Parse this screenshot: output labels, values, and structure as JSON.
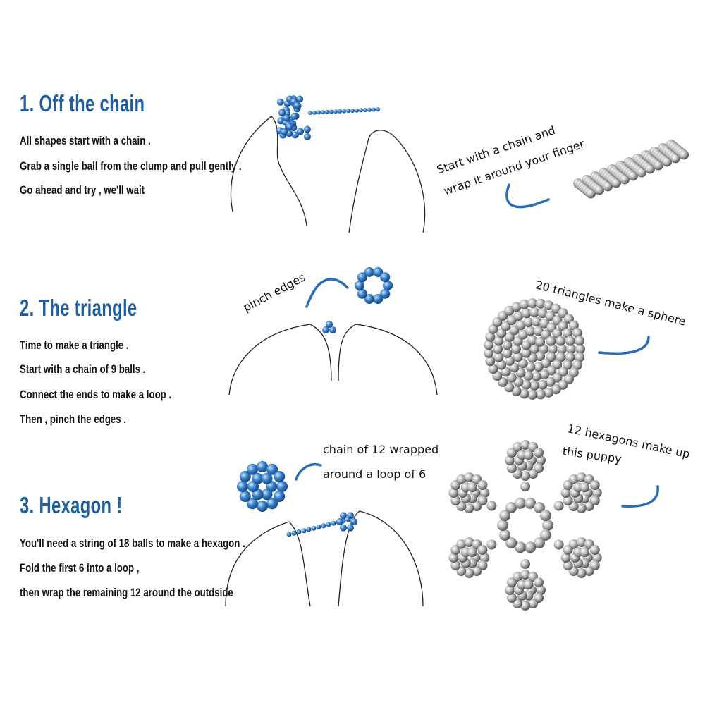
{
  "sections": [
    {
      "title": "1. Off the chain",
      "lines": [
        "All shapes start with a chain .",
        "Grab a single ball from the clump and pull gently .",
        "Go ahead and try , we'll wait"
      ]
    },
    {
      "title": "2. The triangle",
      "lines": [
        "Time to make a triangle .",
        "Start with a chain of 9 balls .",
        "Connect the ends to make a loop .",
        "Then , pinch the edges ."
      ]
    },
    {
      "title": "3. Hexagon !",
      "lines": [
        "You'll need a string of 18 balls to make a hexagon .",
        "Fold the first 6 into a loop ,",
        "then wrap the remaining 12 around the outdside"
      ]
    }
  ],
  "notes": {
    "tube": [
      "Start with a chain and",
      "wrap it around your finger"
    ],
    "pinch": "pinch edges",
    "sphere": "20 triangles make a sphere",
    "hex_wrap": [
      "chain of 12 wrapped",
      "around a loop of 6"
    ],
    "hex_star": [
      "12 hexagons make up",
      "this puppy"
    ]
  },
  "colors": {
    "title": "#1f5fa0",
    "accent": "#2a6db5",
    "ball_blue": "#3a82cc",
    "ball_silver": "#b8b8b8"
  }
}
